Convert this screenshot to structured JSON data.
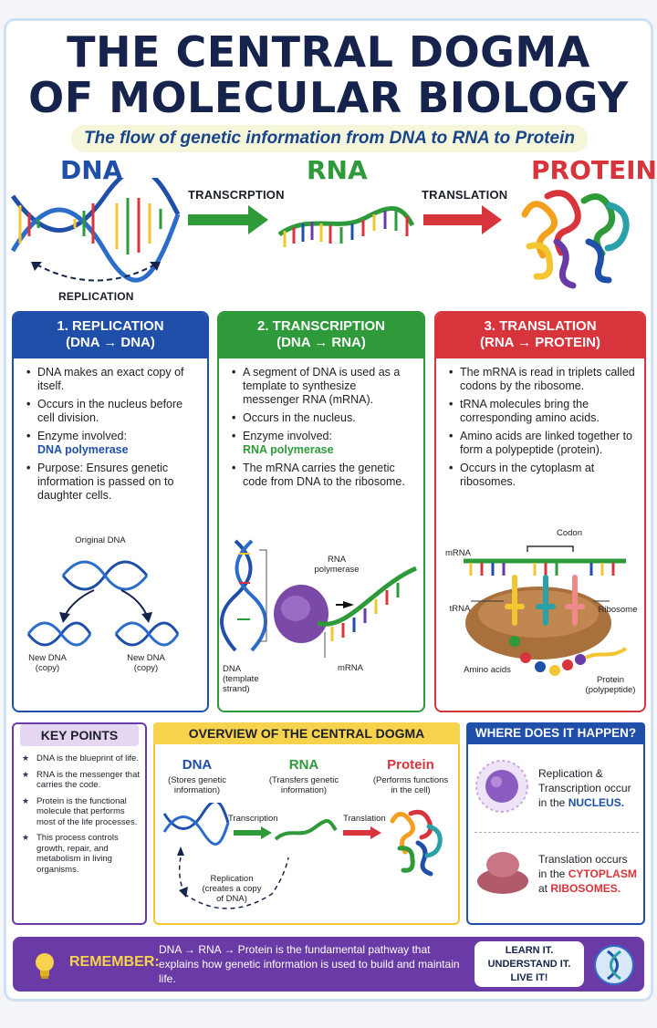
{
  "title_line1": "THE CENTRAL DOGMA",
  "title_line2": "OF MOLECULAR BIOLOGY",
  "subtitle": "The flow of genetic information from DNA to RNA to Protein",
  "top": {
    "dna": "DNA",
    "rna": "RNA",
    "protein": "PROTEIN",
    "transcription_label": "TRANSCRPTION",
    "translation_label": "TRANSLATION",
    "replication_label": "REPLICATION"
  },
  "colors": {
    "navy": "#15234d",
    "blue": "#1f4fa8",
    "green": "#2e9a3a",
    "red": "#d8343c",
    "purple": "#6a3aa6",
    "yellow": "#f3c531"
  },
  "cards": {
    "replication": {
      "title1": "1. REPLICATION",
      "title2": "(DNA → DNA)",
      "b1": "DNA makes an exact copy of itself.",
      "b2": "Occurs in the nucleus before cell division.",
      "b3": "Enzyme involved:",
      "b3h": "DNA polymerase",
      "b4": "Purpose: Ensures genetic information is passed on to daughter cells.",
      "lbl_original": "Original DNA",
      "lbl_new1": "New DNA\n(copy)",
      "lbl_new2": "New DNA\n(copy)"
    },
    "transcription": {
      "title1": "2. TRANSCRIPTION",
      "title2": "(DNA → RNA)",
      "b1": "A segment of DNA is used as a template to synthesize messenger RNA (mRNA).",
      "b2": "Occurs in the nucleus.",
      "b3": "Enzyme involved:",
      "b3h": "RNA polymerase",
      "b4": "The mRNA carries the genetic code from DNA to the ribosome.",
      "lbl_polymerase": "RNA\npolymerase",
      "lbl_dna": "DNA\n(template\nstrand)",
      "lbl_mrna": "mRNA"
    },
    "translation": {
      "title1": "3. TRANSLATION",
      "title2": "(RNA → PROTEIN)",
      "b1": "The mRNA is read in triplets called codons by the ribosome.",
      "b2": "tRNA molecules bring the corresponding amino acids.",
      "b3": "Amino acids are linked together to form a polypeptide (protein).",
      "b4": "Occurs in the cytoplasm at ribosomes.",
      "lbl_codon": "Codon",
      "lbl_mrna": "mRNA",
      "lbl_trna": "tRNA",
      "lbl_ribosome": "Ribosome",
      "lbl_amino": "Amino acids",
      "lbl_protein": "Protein\n(polypeptide)"
    }
  },
  "key_points": {
    "title": "KEY POINTS",
    "items": [
      "DNA is the blueprint of life.",
      "RNA is the messenger that carries the code.",
      "Protein is the functional molecule that performs most of the life processes.",
      "This process controls growth, repair, and metabolism in living organisms."
    ]
  },
  "overview": {
    "title": "OVERVIEW OF THE CENTRAL DOGMA",
    "dna": "DNA",
    "dna_sub": "(Stores genetic information)",
    "rna": "RNA",
    "rna_sub": "(Transfers genetic information)",
    "protein": "Protein",
    "protein_sub": "(Performs functions in the cell)",
    "transcription": "Transcription",
    "translation": "Translation",
    "replication": "Replication\n(creates a copy\nof DNA)"
  },
  "where": {
    "title": "WHERE DOES IT HAPPEN?",
    "nucleus_text": "Replication & Transcription occur in the",
    "nucleus_hl": "NUCLEUS.",
    "cyto_text1": "Translation occurs in the",
    "cyto_hl1": "CYTOPLASM",
    "cyto_text2": "at",
    "cyto_hl2": "RIBOSOMES."
  },
  "remember": {
    "label": "REMEMBER:",
    "text": "DNA → RNA → Protein is the fundamental pathway that explains how genetic information is used to build and maintain life.",
    "badge": "LEARN IT.\nUNDERSTAND IT.\nLIVE IT!"
  }
}
